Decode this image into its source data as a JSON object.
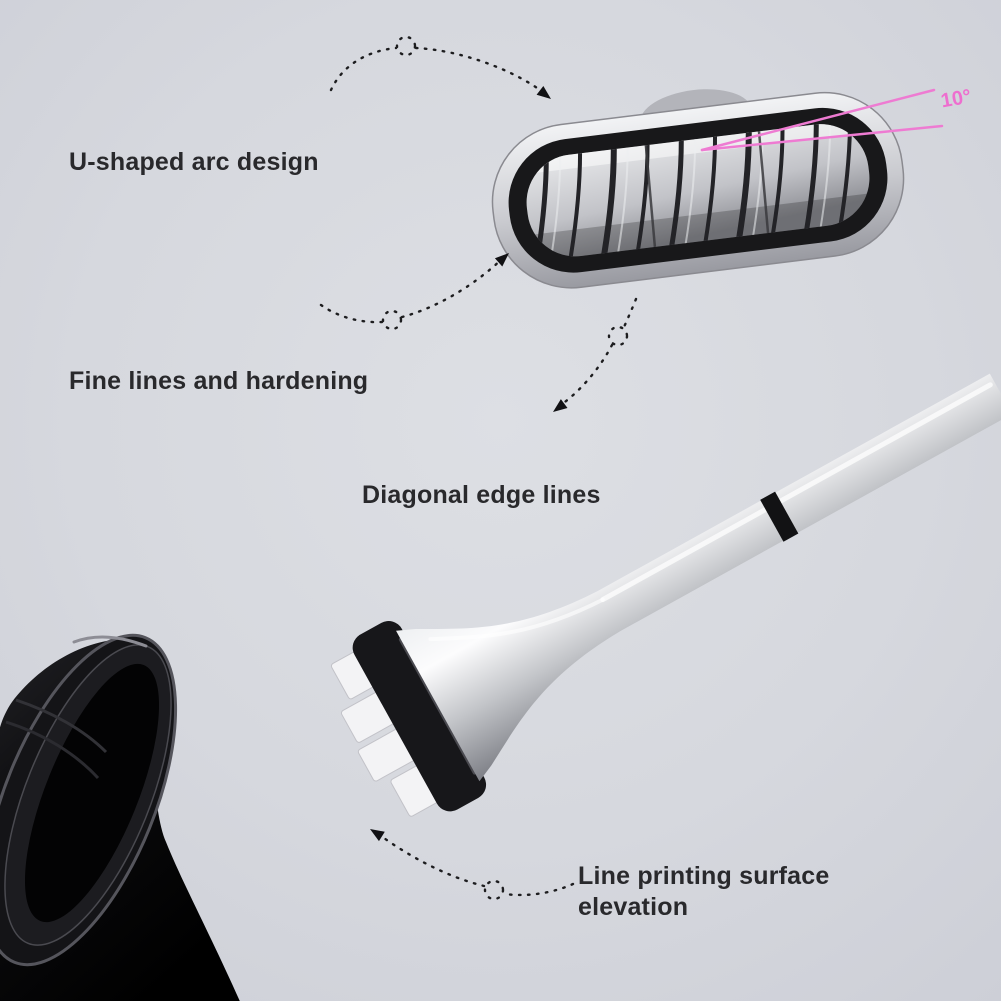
{
  "page": {
    "background_color": "#d6d8de",
    "ink_color": "#29292c",
    "accent_pink": "#ee6ecf",
    "metal_color": "#c7c9cd"
  },
  "annotations": {
    "arc_design": {
      "label": "U-shaped arc design"
    },
    "fine_lines": {
      "label": "Fine lines and hardening"
    },
    "diagonal_edge": {
      "label": "Diagonal edge lines"
    },
    "line_printing": {
      "label": "Line printing surface elevation"
    },
    "angle": {
      "label": "10°"
    }
  }
}
